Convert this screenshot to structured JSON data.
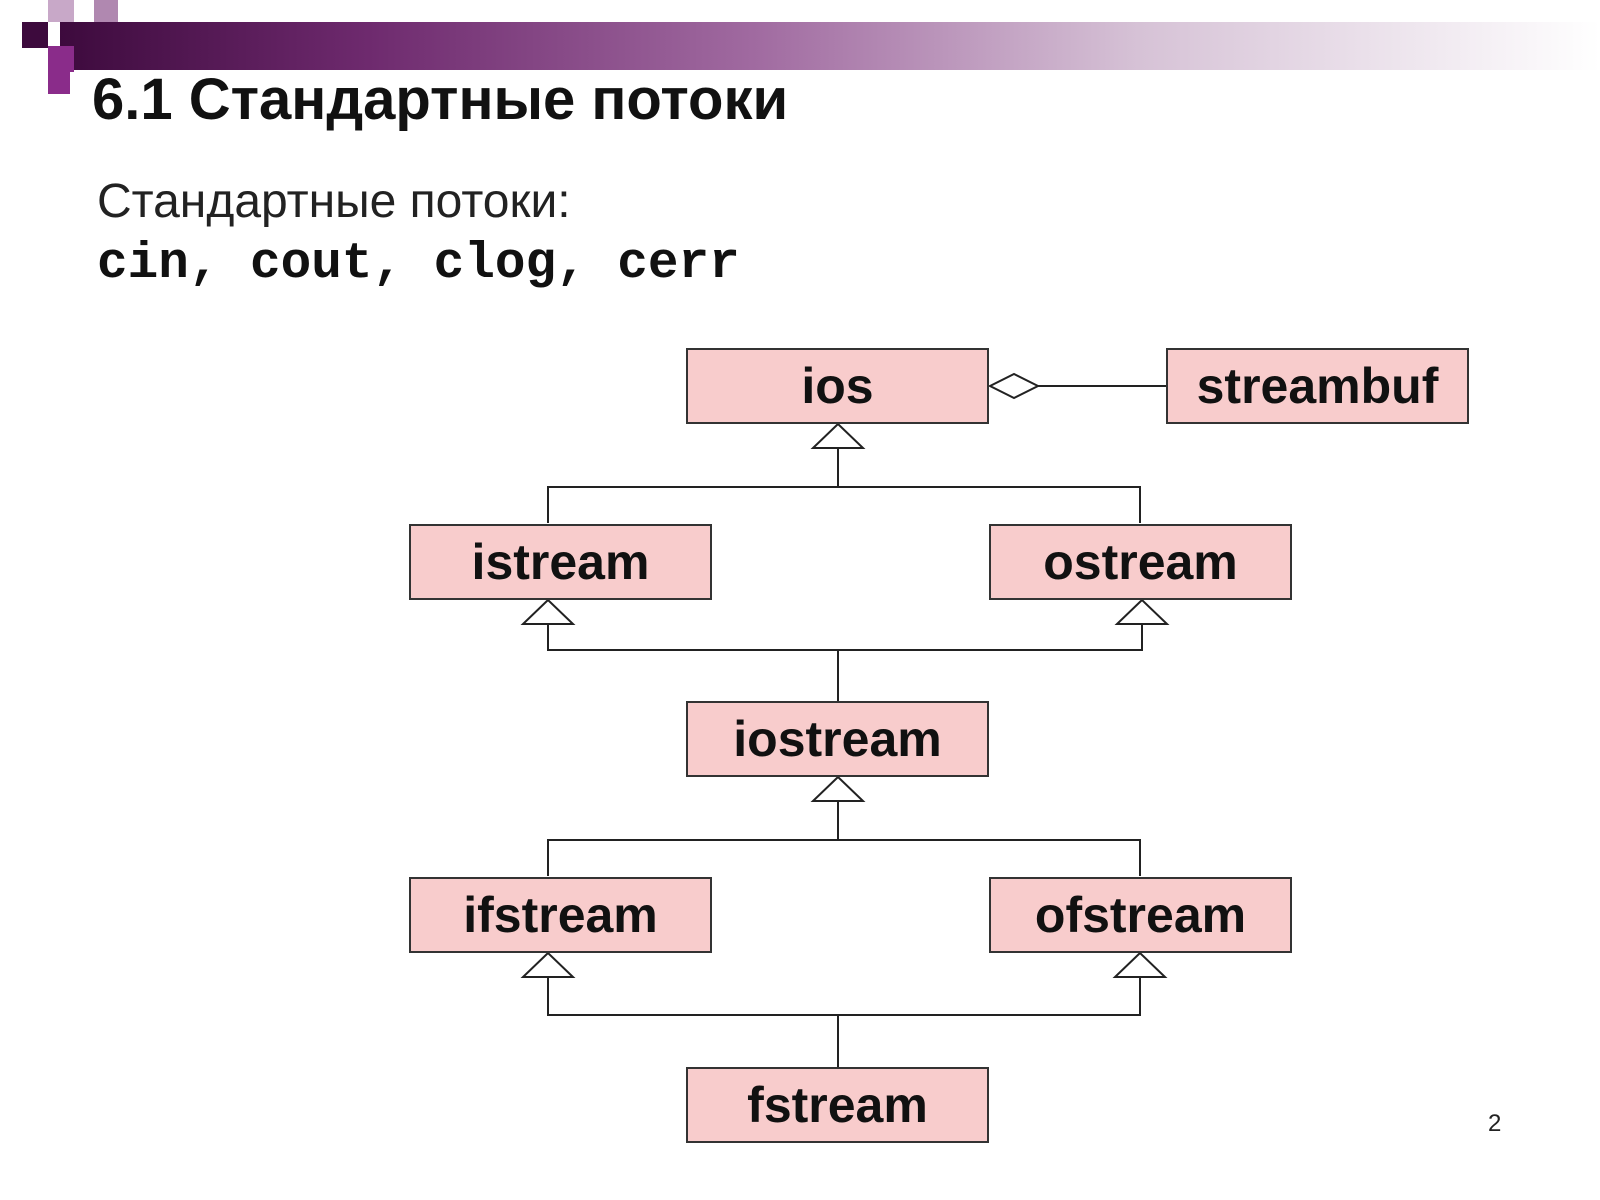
{
  "slide": {
    "title": "6.1 Стандартные потоки",
    "subtitle": "Стандартные потоки:",
    "streams": "cin, cout, clog, cerr",
    "page_number": "2"
  },
  "diagram": {
    "classes": {
      "ios": "ios",
      "streambuf": "streambuf",
      "istream": "istream",
      "ostream": "ostream",
      "iostream": "iostream",
      "ifstream": "ifstream",
      "ofstream": "ofstream",
      "fstream": "fstream"
    },
    "inheritance": [
      {
        "child": "istream",
        "parent": "ios"
      },
      {
        "child": "ostream",
        "parent": "ios"
      },
      {
        "child": "iostream",
        "parent": "istream"
      },
      {
        "child": "iostream",
        "parent": "ostream"
      },
      {
        "child": "ifstream",
        "parent": "iostream"
      },
      {
        "child": "ofstream",
        "parent": "iostream"
      },
      {
        "child": "fstream",
        "parent": "ifstream"
      },
      {
        "child": "fstream",
        "parent": "ofstream"
      }
    ],
    "aggregation": [
      {
        "whole": "ios",
        "part": "streambuf"
      }
    ],
    "colors": {
      "box_fill": "#f8cccc",
      "box_border": "#333333",
      "header_gradient_dark": "#3d0a3d",
      "accent_purple": "#8a2c8a"
    }
  }
}
